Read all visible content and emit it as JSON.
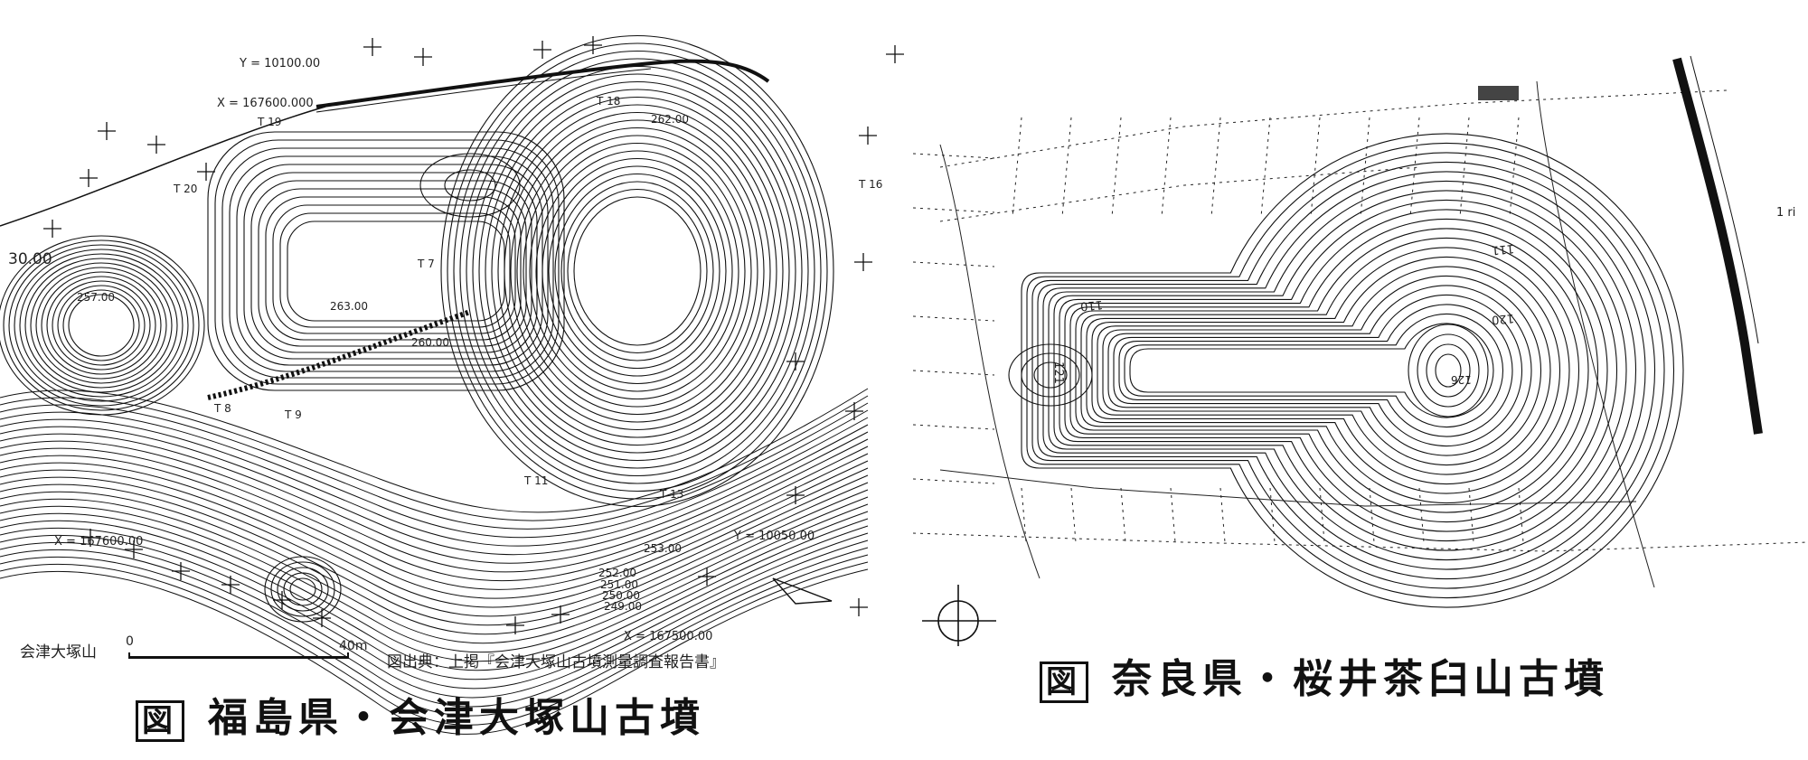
{
  "left_map": {
    "site_label": "会津大塚山",
    "scale_zero": "0",
    "scale_end": "40m",
    "source": "図出典：上掲『会津大塚山古墳測量調査報告書』",
    "fig_mark": "図",
    "caption": "福島県・会津大塚山古墳",
    "survey_points": [
      "T 18",
      "T 19",
      "T 20",
      "T 9",
      "T 8",
      "T 11",
      "T 13",
      "T 16",
      "T 7"
    ],
    "coordinates": [
      "Y = 10100.00",
      "X = 167600.000",
      "X = 167600.00",
      "Y = 10050.00",
      "X = 167500.00",
      "30.00"
    ],
    "elevations": [
      "263.00",
      "262.00",
      "257.00",
      "260.00",
      "253.00",
      "252.00",
      "251.00",
      "250.00",
      "249.00"
    ]
  },
  "right_map": {
    "fig_mark": "図",
    "caption": "奈良県・桜井茶臼山古墳",
    "contour_labels": [
      "110",
      "111",
      "120",
      "121",
      "126"
    ],
    "map_mark": "1 ri"
  }
}
